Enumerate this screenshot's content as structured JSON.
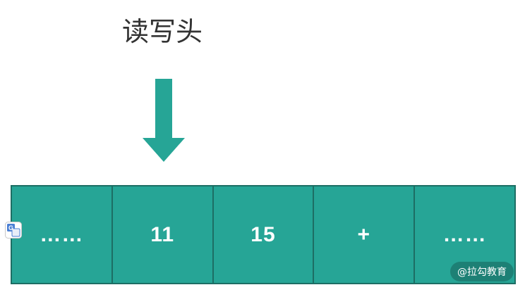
{
  "title": "读写头",
  "tape": {
    "cells": [
      "……",
      "11",
      "15",
      "+",
      "……"
    ]
  },
  "watermark": "@拉勾教育",
  "colors": {
    "cell_fill": "#26a596",
    "cell_border": "#1d6e64",
    "arrow": "#26a596",
    "title_text": "#333333"
  },
  "icons": {
    "arrow": "down-arrow-icon",
    "translate": "translate-icon"
  }
}
